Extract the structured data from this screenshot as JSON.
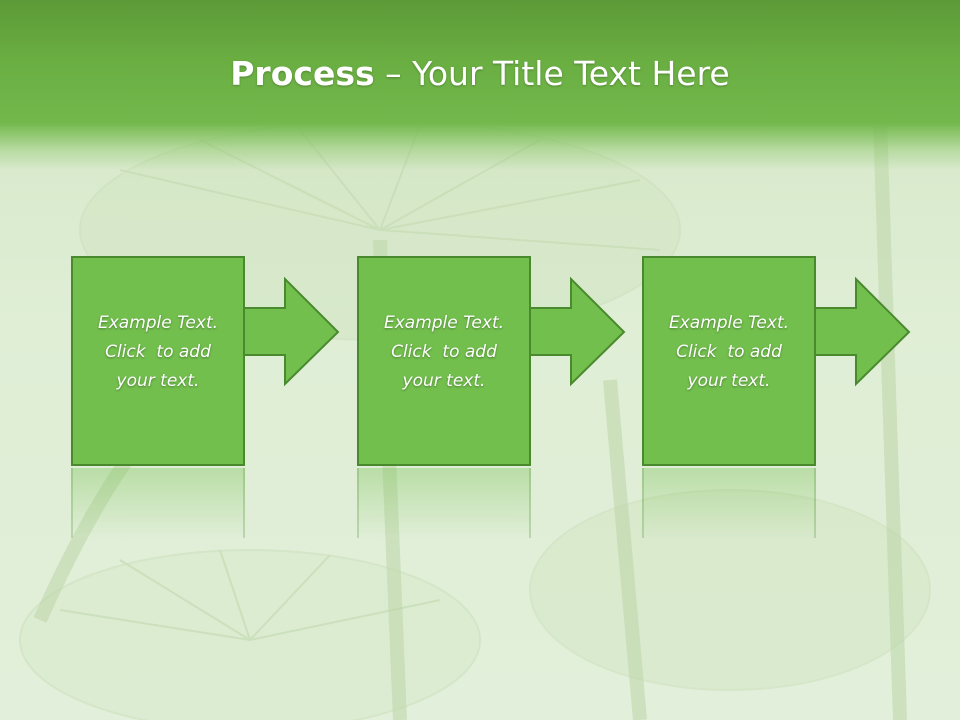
{
  "slide": {
    "title_strong": "Process",
    "title_separator": " – ",
    "title_rest": "Your Title Text Here"
  },
  "steps": [
    {
      "line1": "Example Text.",
      "line2": "Click  to add",
      "line3": "your text."
    },
    {
      "line1": "Example Text.",
      "line2": "Click  to add",
      "line3": "your text."
    },
    {
      "line1": "Example Text.",
      "line2": "Click  to add",
      "line3": "your text."
    }
  ],
  "colors": {
    "header_green": "#6aae42",
    "box_fill": "#72bf4d",
    "box_border": "#4a8a2e",
    "text": "#ffffff"
  }
}
